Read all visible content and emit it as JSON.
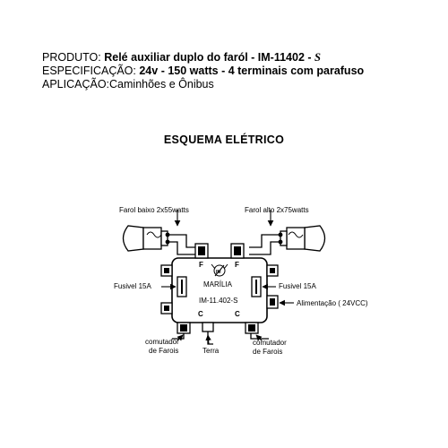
{
  "product": {
    "label": "PRODUTO: ",
    "value": "Relé auxiliar duplo do faról  -  IM-11402 - ",
    "suffix": "S"
  },
  "specification": {
    "label": "ESPECIFICAÇÃO: ",
    "value": "24v - 150 watts - 4 terminais com parafuso"
  },
  "application": {
    "label": "APLICAÇÃO:",
    "value": "Caminhões e Ônibus"
  },
  "section_title": "ESQUEMA ELÉTRICO",
  "diagram": {
    "farol_baixo": "Farol baixo 2x55watts",
    "farol_alto": "Farol alto 2x75watts",
    "fusivel_left": "Fusivel 15A",
    "fusivel_right": "Fusivel 15A",
    "alimentacao": "Alimentação ( 24VCC)",
    "terminal_f_left": "F",
    "terminal_f_right": "F",
    "terminal_c_left": "C",
    "terminal_c_right": "C",
    "brand": "MARÍLIA",
    "model": "IM-11.402-S",
    "logo_text": "IM",
    "comutador_left_1": "comutador",
    "comutador_left_2": "de Farois",
    "comutador_right_1": "comutador",
    "comutador_right_2": "de Farois",
    "terra": "Terra"
  }
}
